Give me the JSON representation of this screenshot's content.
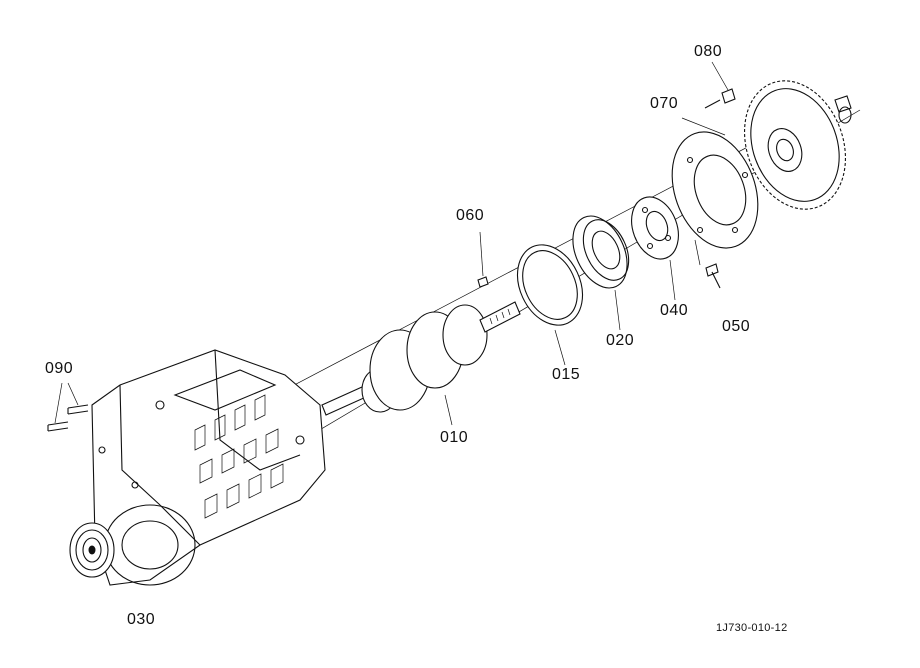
{
  "parts": {
    "p080": "080",
    "p070": "070",
    "p060": "060",
    "p040": "040",
    "p050": "050",
    "p020": "020",
    "p015": "015",
    "p010": "010",
    "p090": "090",
    "p030": "030"
  },
  "drawing_ref": "1J730-010-12"
}
